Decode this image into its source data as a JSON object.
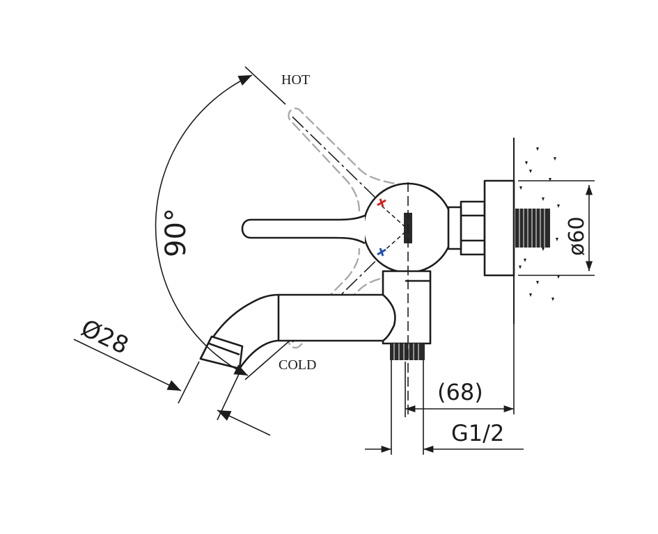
{
  "labels": {
    "hot": "HOT",
    "cold": "COLD",
    "angle": "90°",
    "spout_diameter": "Ø28",
    "flange_diameter": "ø60",
    "projection": "(68)",
    "thread": "G1/2"
  },
  "colors": {
    "line": "#1c1c1c",
    "ghost": "#a9a9a9",
    "hot_marker": "#d42020",
    "cold_marker": "#1f4fb0"
  },
  "icons": {
    "hot": "hot-marker-icon",
    "cold": "cold-marker-icon"
  }
}
